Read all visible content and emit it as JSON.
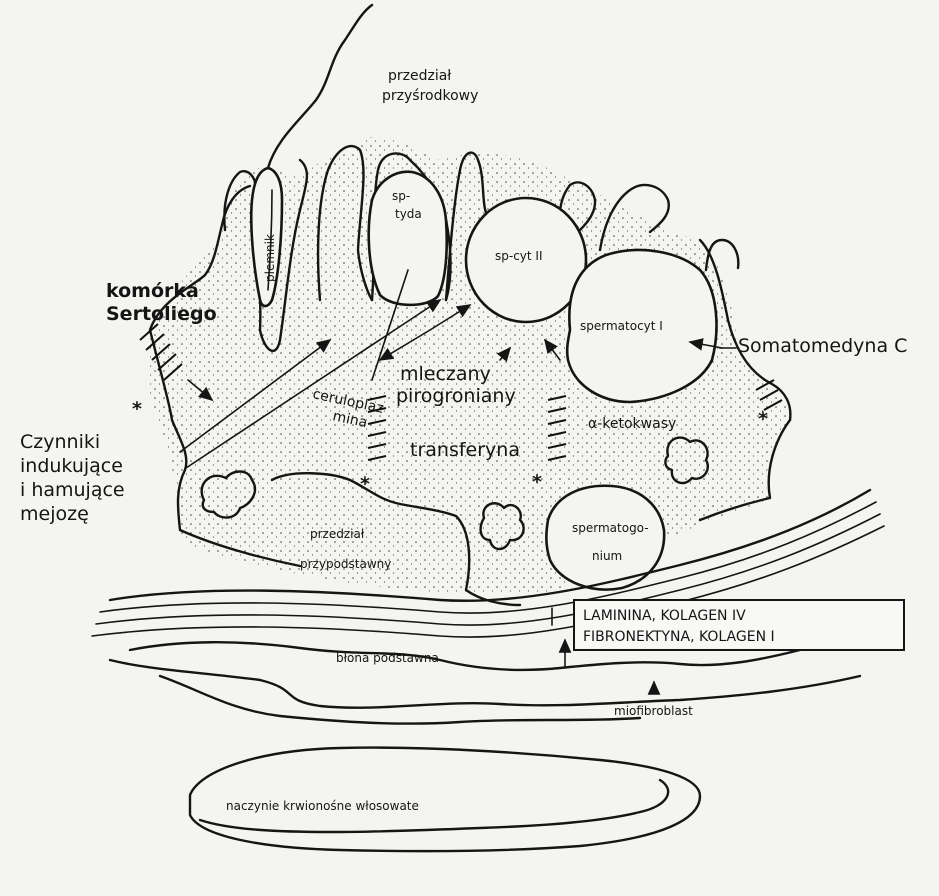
{
  "labels": {
    "przedzial_przysrodkowy_1": "przedział",
    "przedzial_przysrodkowy_2": "przyśrodkowy",
    "plemnik": "plemnik",
    "spermatyda_1": "sp-",
    "spermatyda_2": "tyda",
    "spermatocyt_II": "sp-cyt II",
    "spermatocyt_I": "spermatocyt I",
    "somatomedyna": "Somatomedyna C",
    "komorka_1": "komórka",
    "komorka_2": "Sertoliego",
    "ceruloplazmina_1": "ceruloplaz",
    "ceruloplazmina_2": "mina",
    "mleczany": "mleczany",
    "pirogroniany": "pirogroniany",
    "transferyna": "transferyna",
    "ketokwasy": "α-ketokwasy",
    "czynniki_1": "Czynniki",
    "czynniki_2": "indukujące",
    "czynniki_3": "i hamujące",
    "czynniki_4": "mejozę",
    "przedzial_przypodstawny_1": "przedział",
    "przedzial_przypodstawny_2": "przypodstawny",
    "spermatogonium_1": "spermatogo-",
    "spermatogonium_2": "nium",
    "box_line_1": "LAMININA, KOLAGEN IV",
    "box_line_2": "FIBRONEKTYNA, KOLAGEN I",
    "blona": "błona podstawna",
    "miofibroblast": "miofibroblast",
    "naczynie": "naczynie krwionośne włosowate"
  }
}
